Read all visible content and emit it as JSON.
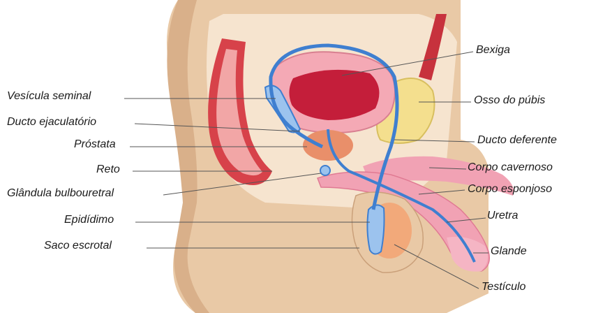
{
  "labels": {
    "vesicula_seminal": "Vesícula seminal",
    "ducto_ejaculatorio": "Ducto ejaculatório",
    "prostata": "Próstata",
    "reto": "Reto",
    "glandula_bulbouretral": "Glândula bulbouretral",
    "epididimo": "Epidídimo",
    "saco_escrotal": "Saco escrotal",
    "bexiga": "Bexiga",
    "osso_do_pubis": "Osso do púbis",
    "ducto_deferente": "Ducto deferente",
    "corpo_cavernoso": "Corpo cavernoso",
    "corpo_esponjoso": "Corpo esponjoso",
    "uretra": "Uretra",
    "glande": "Glande",
    "testiculo": "Testículo"
  },
  "colors": {
    "skin": "#e9c9a6",
    "skin_shadow": "#d9b08a",
    "tissue_light": "#f6e4cf",
    "rectum_red": "#d7424a",
    "rectum_pink": "#f2a6a6",
    "bladder_red": "#c41e3a",
    "bladder_wall_pink": "#f4a9b5",
    "duct_blue": "#3f7fd0",
    "vesicle_light_blue": "#9cc3ee",
    "prostate_orange": "#e98f6a",
    "pubic_bone_yellow": "#f4df8e",
    "penis_pink": "#f1a2b4",
    "testis_peach": "#f2a97a",
    "line_gray": "#555555"
  }
}
